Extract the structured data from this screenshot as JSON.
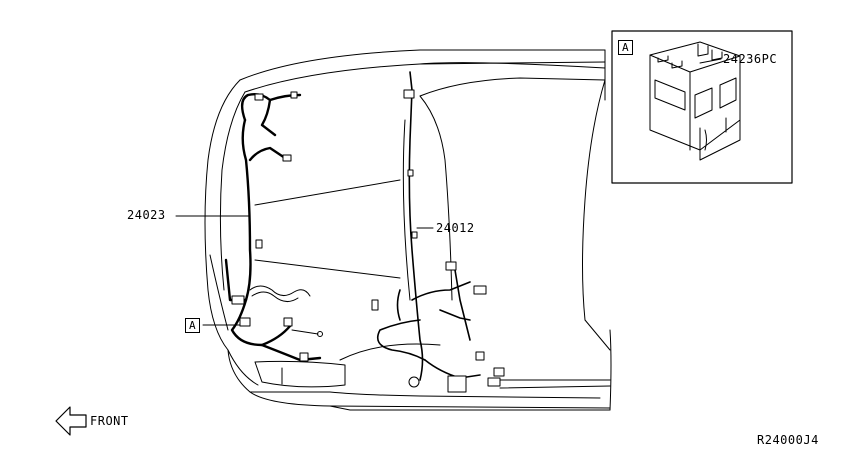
{
  "callouts": {
    "main_harness": "24023",
    "engine_harness": "24012",
    "inset_part": "24236PC"
  },
  "inset": {
    "ref_letter": "A"
  },
  "view_marker": {
    "ref_letter": "A"
  },
  "front_indicator": {
    "label": "FRONT",
    "icon": "arrow-left-outline-icon"
  },
  "diagram_code": "R24000J4",
  "colors": {
    "line": "#000000",
    "background": "#ffffff"
  }
}
